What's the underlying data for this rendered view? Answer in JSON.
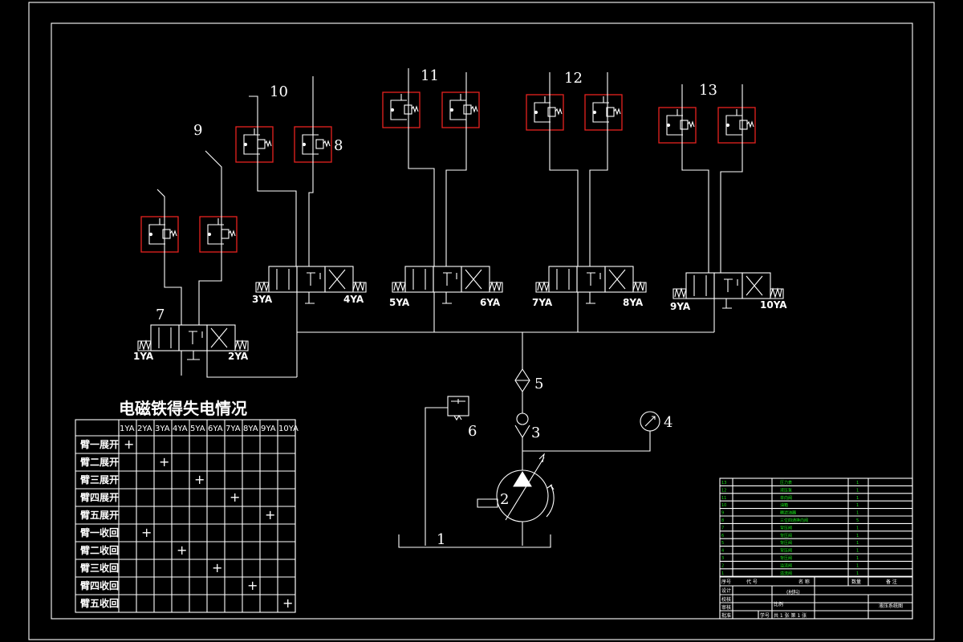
{
  "component_labels": [
    "1",
    "2",
    "3",
    "4",
    "5",
    "6",
    "7",
    "8",
    "9",
    "10",
    "11",
    "12",
    "13"
  ],
  "solenoid_labels": [
    "1YA",
    "2YA",
    "3YA",
    "4YA",
    "5YA",
    "6YA",
    "7YA",
    "8YA",
    "9YA",
    "10YA"
  ],
  "solenoid_table": {
    "title": "电磁铁得失电情况",
    "columns": [
      "1YA",
      "2YA",
      "3YA",
      "4YA",
      "5YA",
      "6YA",
      "7YA",
      "8YA",
      "9YA",
      "10YA"
    ],
    "rows": [
      {
        "label": "臂一展开",
        "on": 1
      },
      {
        "label": "臂二展开",
        "on": 3
      },
      {
        "label": "臂三展开",
        "on": 5
      },
      {
        "label": "臂四展开",
        "on": 7
      },
      {
        "label": "臂五展开",
        "on": 9
      },
      {
        "label": "臂一收回",
        "on": 2
      },
      {
        "label": "臂二收回",
        "on": 4
      },
      {
        "label": "臂三收回",
        "on": 6
      },
      {
        "label": "臂四收回",
        "on": 8
      },
      {
        "label": "臂五收回",
        "on": 10
      }
    ],
    "mark": "+"
  },
  "title_block": {
    "parts": [
      "压力表",
      "液压泵",
      "单向阀",
      "油箱",
      "精滤油器",
      "三位四通换向阀",
      "背压阀",
      "背压阀",
      "背压阀",
      "背压阀",
      "背压阀",
      "溢流阀",
      "溢流阀"
    ],
    "qty": [
      "1",
      "1",
      "1",
      "1",
      "1",
      "5",
      "1",
      "1",
      "1",
      "1",
      "1",
      "1",
      "1"
    ],
    "header": [
      "序号",
      "代 号",
      "名 称",
      "数量",
      "备 注"
    ],
    "left_labels": [
      "设计",
      "校核",
      "审核",
      "批准"
    ],
    "center_text": "(材料)",
    "scale_label": "比例",
    "drawing_name": "液压系统图",
    "sheet_text": "共 1 张 第 1 张",
    "student_label": "学号"
  },
  "colors": {
    "background": "#000000",
    "lines": "#ffffff",
    "relief_valve_frame": "#e8231f",
    "table_text_green": "#19e619"
  }
}
